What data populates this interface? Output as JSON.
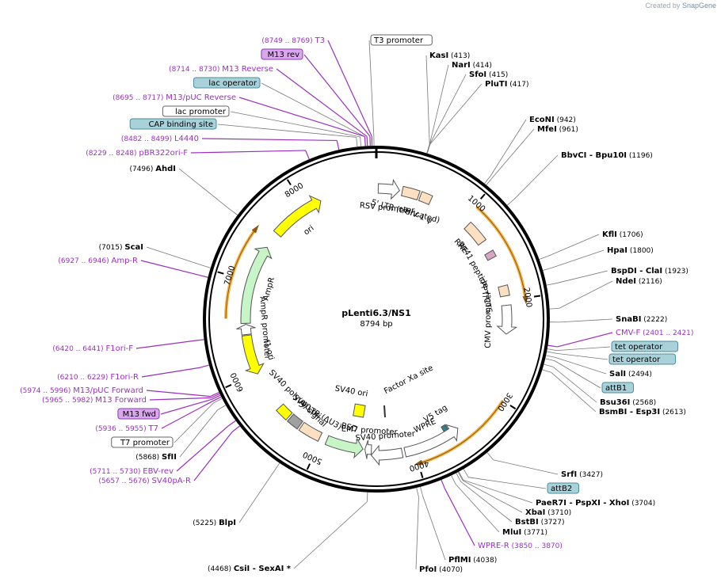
{
  "credit": {
    "prefix": "Created by",
    "brand": "SnapGene"
  },
  "plasmid": {
    "name": "pLenti6.3/NS1",
    "length_label": "8794 bp",
    "total_bp": 8794
  },
  "ticks": [
    {
      "bp": 1000,
      "label": "1000"
    },
    {
      "bp": 2000,
      "label": "2000"
    },
    {
      "bp": 3000,
      "label": "3000"
    },
    {
      "bp": 4000,
      "label": "4000"
    },
    {
      "bp": 5000,
      "label": "5000"
    },
    {
      "bp": 6000,
      "label": "6000"
    },
    {
      "bp": 7000,
      "label": "7000"
    },
    {
      "bp": 8000,
      "label": "8000"
    }
  ],
  "colors": {
    "purple": "#9b2fc0",
    "black": "#000000",
    "orange": "#f5a623"
  },
  "right_labels": [
    {
      "name": "T3 promoter",
      "pos": "",
      "boxed": "white",
      "site_bp": 8775
    },
    {
      "name": "KasI",
      "pos": "(413)",
      "site_bp": 413
    },
    {
      "name": "NarI",
      "pos": "(414)",
      "site_bp": 414
    },
    {
      "name": "SfoI",
      "pos": "(415)",
      "site_bp": 415
    },
    {
      "name": "PluTI",
      "pos": "(417)",
      "site_bp": 417
    },
    {
      "name": "EcoNI",
      "pos": "(942)",
      "site_bp": 942
    },
    {
      "name": "MfeI",
      "pos": "(961)",
      "site_bp": 961
    },
    {
      "name": "BbvCI",
      "suffix": "- Bpu10I",
      "pos": "(1196)",
      "site_bp": 1196
    },
    {
      "name": "KflI",
      "pos": "(1706)",
      "site_bp": 1706
    },
    {
      "name": "HpaI",
      "pos": "(1800)",
      "site_bp": 1800
    },
    {
      "name": "BspDI",
      "suffix": "- ClaI",
      "pos": "(1923)",
      "site_bp": 1923
    },
    {
      "name": "NdeI",
      "pos": "(2116)",
      "site_bp": 2116
    },
    {
      "name": "SnaBI",
      "pos": "(2222)",
      "site_bp": 2222
    },
    {
      "name": "CMV-F",
      "pos": "(2401 .. 2421)",
      "color": "purple",
      "site_bp": 2411
    },
    {
      "name": "tet operator",
      "pos": "",
      "boxed": "blue",
      "site_bp": 2440
    },
    {
      "name": "tet operator",
      "pos": "",
      "boxed": "blue",
      "site_bp": 2462
    },
    {
      "name": "SalI",
      "pos": "(2494)",
      "site_bp": 2494
    },
    {
      "name": "attB1",
      "pos": "",
      "boxed": "blue",
      "site_bp": 2520
    },
    {
      "name": "Bsu36I",
      "pos": "(2568)",
      "site_bp": 2568
    },
    {
      "name": "BsmBI",
      "suffix": "- Esp3I",
      "pos": "(2613)",
      "site_bp": 2613
    },
    {
      "name": "SrfI",
      "pos": "(3427)",
      "site_bp": 3427
    },
    {
      "name": "attB2",
      "pos": "",
      "boxed": "blue",
      "site_bp": 3660
    },
    {
      "name": "PaeR7I",
      "suffix": "- PspXI - XhoI",
      "pos": "(3704)",
      "site_bp": 3704
    },
    {
      "name": "XbaI",
      "pos": "(3710)",
      "site_bp": 3710
    },
    {
      "name": "BstBI",
      "pos": "(3727)",
      "site_bp": 3727
    },
    {
      "name": "MluI",
      "pos": "(3771)",
      "site_bp": 3771
    },
    {
      "name": "WPRE-R",
      "pos": "(3850 .. 3870)",
      "color": "purple",
      "site_bp": 3860
    },
    {
      "name": "PflMI",
      "pos": "(4038)",
      "site_bp": 4038
    },
    {
      "name": "PfoI",
      "pos": "(4070)",
      "site_bp": 4070
    }
  ],
  "left_labels": [
    {
      "name": "T3",
      "pos": "(8749 .. 8769)",
      "color": "purple",
      "site_bp": 8759
    },
    {
      "name": "M13 rev",
      "pos": "",
      "boxed": "purple",
      "site_bp": 8745
    },
    {
      "name": "M13 Reverse",
      "pos": "(8714 .. 8730)",
      "color": "purple",
      "site_bp": 8722
    },
    {
      "name": "lac operator",
      "pos": "",
      "boxed": "blue",
      "site_bp": 8705
    },
    {
      "name": "M13/pUC Reverse",
      "pos": "(8695 .. 8717)",
      "color": "purple",
      "site_bp": 8706
    },
    {
      "name": "lac promoter",
      "pos": "",
      "boxed": "white",
      "site_bp": 8670
    },
    {
      "name": "CAP binding site",
      "pos": "",
      "boxed": "blue",
      "site_bp": 8640
    },
    {
      "name": "L4440",
      "pos": "(8482 .. 8499)",
      "color": "purple",
      "site_bp": 8490
    },
    {
      "name": "pBR322ori-F",
      "pos": "(8229 .. 8248)",
      "color": "purple",
      "site_bp": 8238
    },
    {
      "name": "AhdI",
      "pos": "(7496)",
      "site_bp": 7496
    },
    {
      "name": "ScaI",
      "pos": "(7015)",
      "site_bp": 7015
    },
    {
      "name": "Amp-R",
      "pos": "(6927 .. 6946)",
      "color": "purple",
      "site_bp": 6936
    },
    {
      "name": "F1ori-F",
      "pos": "(6420 .. 6441)",
      "color": "purple",
      "site_bp": 6430
    },
    {
      "name": "F1ori-R",
      "pos": "(6210 .. 6229)",
      "color": "purple",
      "site_bp": 6220
    },
    {
      "name": "M13/pUC Forward",
      "pos": "(5974 .. 5996)",
      "color": "purple",
      "site_bp": 5985
    },
    {
      "name": "M13 Forward",
      "pos": "(5965 .. 5982)",
      "color": "purple",
      "site_bp": 5973
    },
    {
      "name": "M13 fwd",
      "pos": "",
      "boxed": "purple",
      "site_bp": 5960
    },
    {
      "name": "T7",
      "pos": "(5936 .. 5955)",
      "color": "purple",
      "site_bp": 5945
    },
    {
      "name": "T7 promoter",
      "pos": "",
      "boxed": "white",
      "site_bp": 5930
    },
    {
      "name": "SfII",
      "pos": "(5868)",
      "site_bp": 5868
    },
    {
      "name": "EBV-rev",
      "pos": "(5711 .. 5730)",
      "color": "purple",
      "site_bp": 5720
    },
    {
      "name": "SV40pA-R",
      "pos": "(5657 .. 5676)",
      "color": "purple",
      "site_bp": 5666
    },
    {
      "name": "BlpI",
      "pos": "(5225)",
      "site_bp": 5225
    },
    {
      "name": "CsiI",
      "suffix": "- SexAI *",
      "pos": "(4468)",
      "site_bp": 4468
    }
  ],
  "features": [
    {
      "name": "RSV promoter",
      "start": 20,
      "end": 250,
      "shape": "arrow",
      "fill": "#ffffff"
    },
    {
      "name": "5' LTR (truncated)",
      "start": 280,
      "end": 460,
      "shape": "box",
      "fill": "#fde0c2"
    },
    {
      "name": "HIV-1 ψ",
      "start": 480,
      "end": 600,
      "shape": "box",
      "fill": "#fde0c2"
    },
    {
      "name": "RRE",
      "start": 1080,
      "end": 1320,
      "shape": "box",
      "fill": "#fde0c2"
    },
    {
      "name": "gp41 peptide",
      "start": 1450,
      "end": 1520,
      "shape": "box",
      "fill": "#d9a5c5"
    },
    {
      "name": "cPPT/CTS",
      "start": 1840,
      "end": 1950,
      "shape": "box",
      "fill": "#fde0c2"
    },
    {
      "name": "CMV promoter",
      "start": 2050,
      "end": 2360,
      "shape": "arrow",
      "fill": "#ffffff"
    },
    {
      "name": "V5 tag",
      "start": 3590,
      "end": 3640,
      "shape": "box",
      "fill": "#2b7f8e"
    },
    {
      "name": "WPRE",
      "start": 3500,
      "end": 4100,
      "shape": "arrow-rev",
      "fill": "#ffffff",
      "inner": true
    },
    {
      "name": "SV40 promoter",
      "start": 4130,
      "end": 4450,
      "shape": "arrow",
      "fill": "#ffffff",
      "inner": true
    },
    {
      "name": "EM7 promoter",
      "start": 4450,
      "end": 4520,
      "shape": "arrow",
      "fill": "#ffffff"
    },
    {
      "name": "BSD",
      "start": 4540,
      "end": 4940,
      "shape": "arrow-rev",
      "fill": "#c8f5c8"
    },
    {
      "name": "3' LTR (ΔU3)",
      "start": 5020,
      "end": 5250,
      "shape": "box",
      "fill": "#fde0c2"
    },
    {
      "name": "SV40 ori",
      "start": 5270,
      "end": 5400,
      "shape": "box",
      "fill": "#a0a0a0"
    },
    {
      "name": "SV40 poly(A) signal",
      "start": 5420,
      "end": 5560,
      "shape": "box",
      "fill": "#ffff00"
    },
    {
      "name": "f1 ori",
      "start": 5990,
      "end": 6420,
      "shape": "arrow-rev",
      "fill": "#ffff00"
    },
    {
      "name": "AmpR promoter",
      "start": 6430,
      "end": 6540,
      "shape": "arrow",
      "fill": "#ffffff"
    },
    {
      "name": "AmpR",
      "start": 6550,
      "end": 7410,
      "shape": "arrow",
      "fill": "#c8f5c8"
    },
    {
      "name": "ori",
      "start": 7590,
      "end": 8180,
      "shape": "arrow",
      "fill": "#ffff00"
    }
  ],
  "inner_labels": [
    {
      "name": "SV40 ori"
    },
    {
      "name": "Factor Xa site"
    }
  ],
  "orange_arcs": [
    {
      "start": 1020,
      "end": 2020
    },
    {
      "start": 3000,
      "end": 4000
    },
    {
      "start": 6600,
      "end": 7500
    }
  ]
}
